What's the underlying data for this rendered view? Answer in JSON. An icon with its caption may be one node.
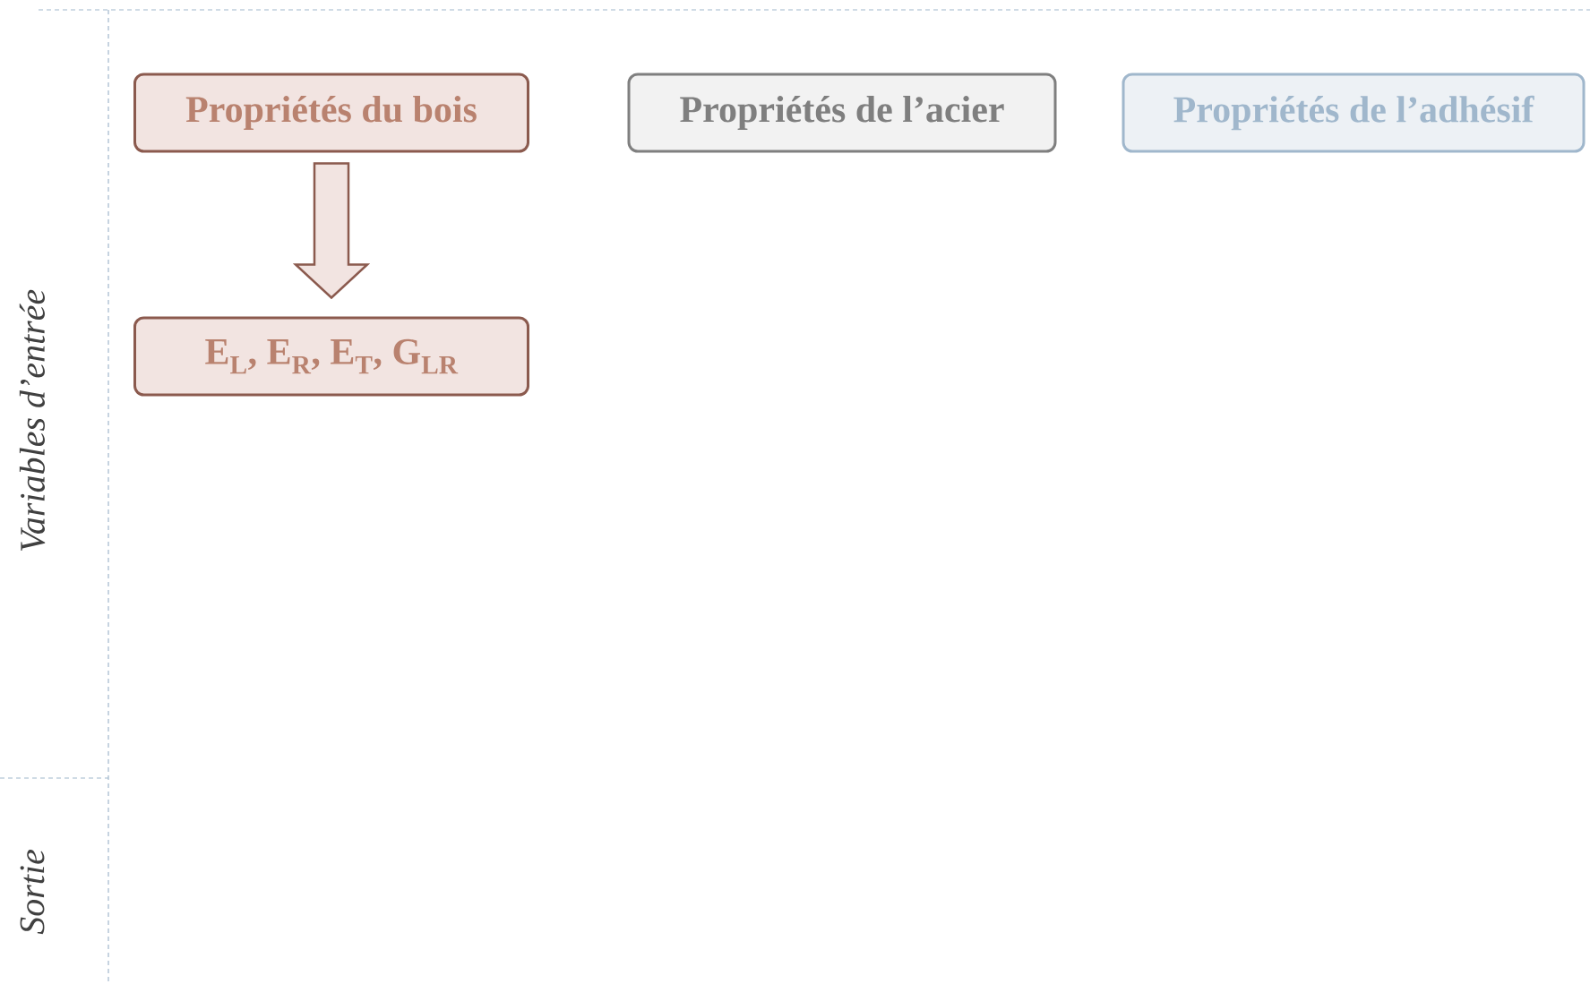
{
  "diagram": {
    "nodes": [
      {
        "text": [
          "Propriétés du bois"
        ]
      },
      {
        "text": [
          "Propriétés de l’acier"
        ]
      },
      {
        "text": [
          "Propriétés de l’adhésif"
        ]
      },
      {
        "text": [
          "E$_{L}$, E$_{R}$, E$_{T}$, G$_{LR}$"
        ]
      }
    ],
    "edges": [
      {
        "from": 0,
        "to": 3,
        "arrow": "to"
      }
    ],
    "labels": [
      "Variables d’entrée",
      "Sortie"
    ]
  }
}
